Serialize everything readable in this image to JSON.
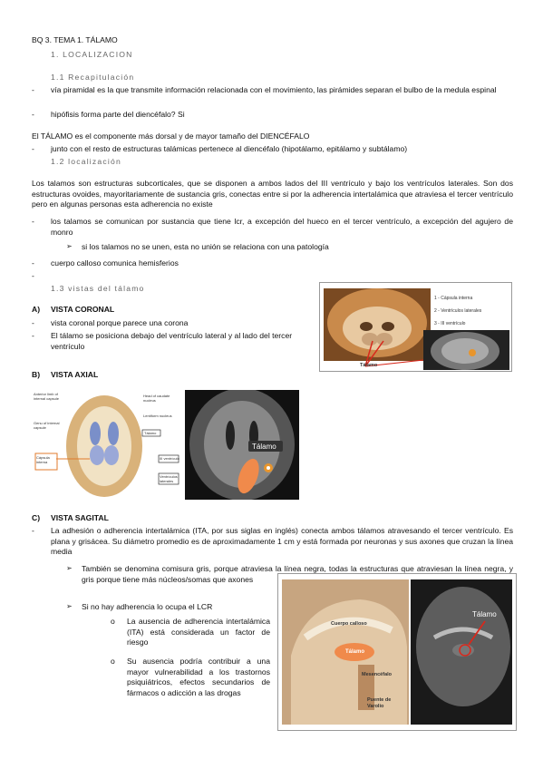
{
  "doc": {
    "header": "BQ 3. TEMA 1. TÁLAMO",
    "s1": "1.   LOCALIZACION",
    "s11": "1.1   Recapitulación",
    "b1": "vía piramidal es la que transmite información relacionada con el movimiento, las pirámides separan el bulbo de la medula espinal",
    "b2": "hipófisis forma parte del diencéfalo? Si",
    "p1": "El TÁLAMO es el componente más dorsal y de mayor tamaño del DIENCÉFALO",
    "b3": "junto con el resto de estructuras talámicas pertenece al diencéfalo (hipotálamo, epitálamo y subtálamo)",
    "s12": "1.2   localización",
    "p2": "Los talamos son estructuras subcorticales, que se disponen a ambos lados del III ventrículo y bajo los ventrículos laterales. Son dos estructuras ovoides, mayoritariamente de sustancia gris, conectas entre si por la adherencia intertalámica que atraviesa el tercer ventrículo pero en algunas personas esta adherencia no existe",
    "b4": "los talamos se comunican por sustancia que tiene lcr, a excepción del  hueco en el tercer  ventrículo, a excepción del agujero de monro",
    "b4a": "si los talamos no se unen, esta no unión se relaciona con una patología",
    "b5": "cuerpo calloso comunica hemisferios",
    "s13": "1.3   vistas del tálamo",
    "A": "A)",
    "A_title": "VISTA CORONAL",
    "a1": "vista coronal porque parece una corona",
    "a2": "El tálamo se posiciona debajo del ventrículo lateral y al lado del tercer ventrículo",
    "B": "B)",
    "B_title": "VISTA AXIAL",
    "C": "C)",
    "C_title": "VISTA SAGITAL",
    "c1": "La adhesión o adherencia intertalámica (ITA, por sus siglas en inglés) conecta ambos tálamos atravesando el tercer ventrículo. Es plana y grisácea. Su diámetro promedio es de aproximadamente 1 cm y está formada por neuronas y sus axones que cruzan la línea media",
    "c1a": "También se denomina comisura gris, porque atraviesa la línea negra, todas la estructuras que atraviesan la línea negra, y gris porque tiene más núcleos/somas que axones",
    "c1b": "Si no hay adherencia lo ocupa el LCR",
    "o1": "La ausencia de adherencia intertalámica (ITA) está considerada un factor de riesgo",
    "o2": "Su ausencia podría contribuir a una mayor vulnerabilidad a los trastornos psiquiátricos, efectos secundarios de fármacos o adicción a las drogas",
    "dash": "-",
    "arrow": "➢",
    "circle": "o"
  },
  "fig1": {
    "legend": [
      "1 - Cápsula interna",
      "2 - Ventrículos laterales",
      "3 - III ventrículo"
    ],
    "talamo": "Tálamo"
  },
  "fig2": {
    "labels": [
      "Anterior limb of internal capsule",
      "Genu of internal capsule",
      "Cápsula interna",
      "Head of caudate nucleus",
      "Lentiform nucleus",
      "Tálamo",
      "III ventrículo",
      "Ventrículos laterales"
    ]
  },
  "fig3": {
    "talamo": "Tálamo"
  },
  "fig4": {
    "labels": [
      "Cuerpo calloso",
      "Tálamo",
      "Mesencéfalo",
      "Puente de Varolio"
    ],
    "mri_label": "Tálamo"
  },
  "colors": {
    "thalamus": "#f08a4b",
    "marker": "#e8952c",
    "red": "#d8281c"
  }
}
